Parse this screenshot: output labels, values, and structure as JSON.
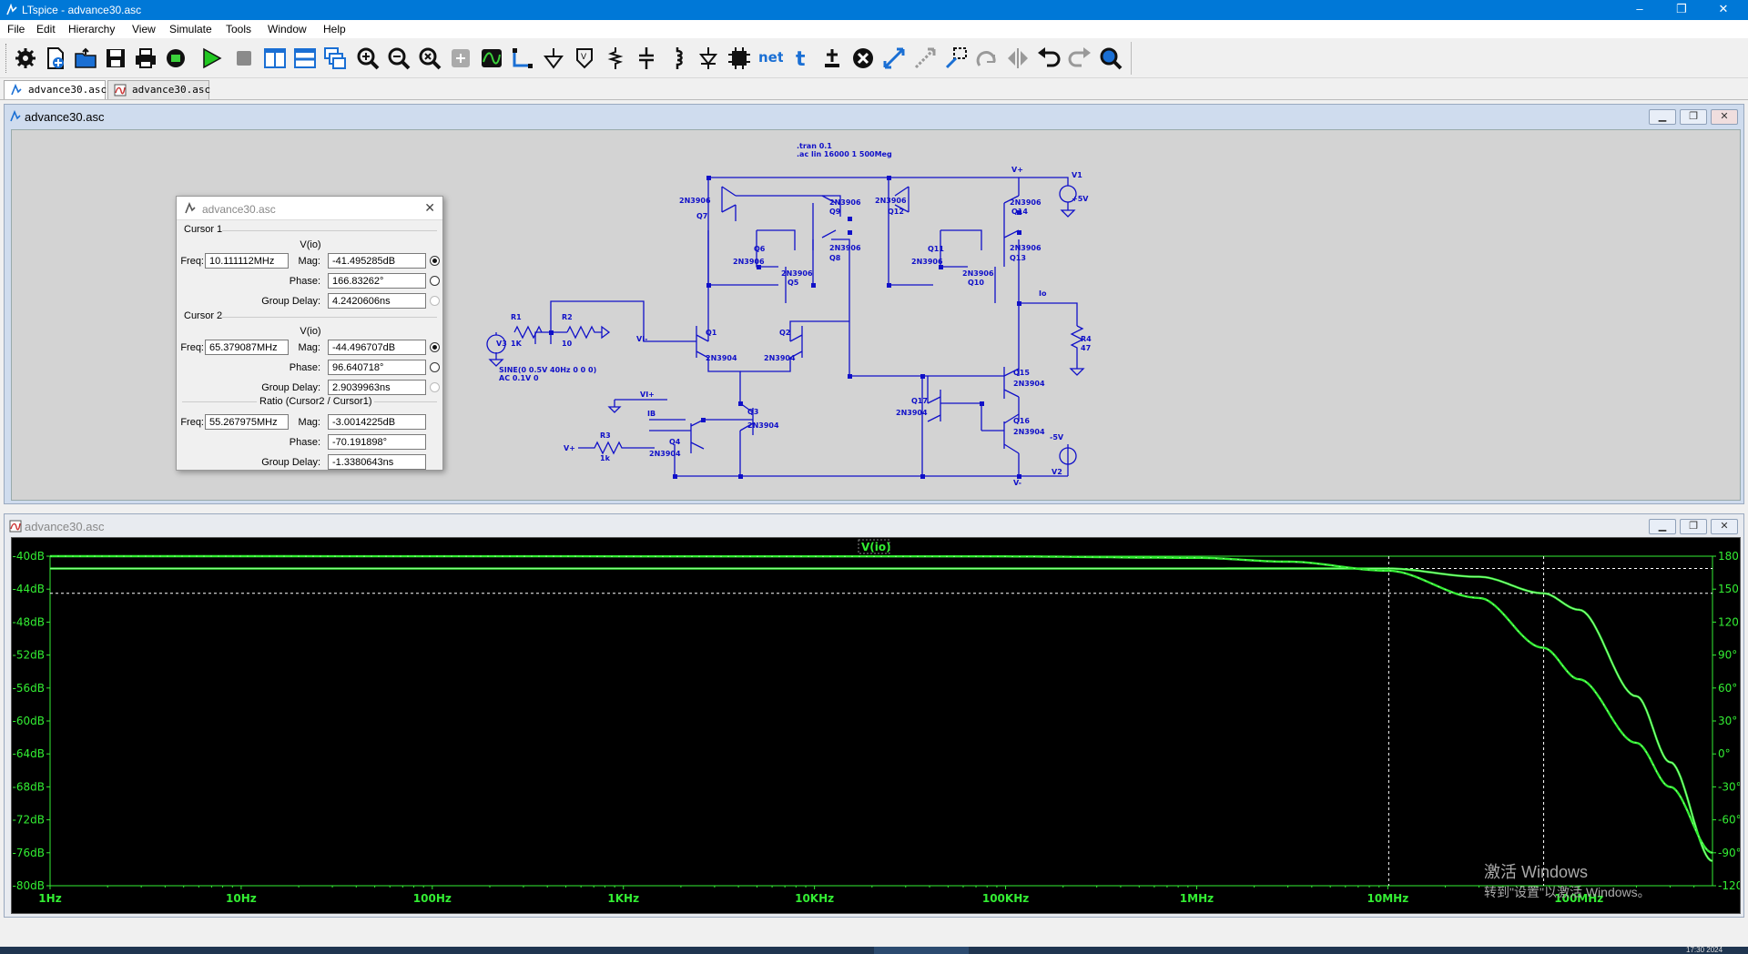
{
  "window": {
    "title": "LTspice - advance30.asc",
    "min": "–",
    "max": "❐",
    "close": "✕"
  },
  "menu": [
    "File",
    "Edit",
    "Hierarchy",
    "View",
    "Simulate",
    "Tools",
    "Window",
    "Help"
  ],
  "toolbar": {
    "icons": [
      "settings-icon",
      "new-schematic-icon",
      "open-icon",
      "save-icon",
      "print-icon",
      "control-panel-icon",
      "run-icon",
      "halt-icon",
      "tile-vertical-icon",
      "tile-horizontal-icon",
      "cascade-icon",
      "zoom-in-icon",
      "zoom-out-icon",
      "zoom-fit-icon",
      "zoom-back-icon",
      "autorange-icon",
      "wire-icon",
      "ground-icon",
      "label-net-icon",
      "resistor-icon",
      "capacitor-icon",
      "inductor-icon",
      "diode-icon",
      "component-icon",
      "netlist-icon",
      "text-icon",
      "spice-directive-icon",
      "delete-icon",
      "move-icon",
      "drag-icon",
      "duplicate-icon",
      "rotate-icon",
      "mirror-icon",
      "undo-icon",
      "redo-icon",
      "find-icon"
    ],
    "net_label": "net",
    "text_label": "t"
  },
  "tabs": [
    {
      "label": "advance30.asc",
      "active": true,
      "kind": "schematic"
    },
    {
      "label": "advance30.asc",
      "active": false,
      "kind": "waveform"
    }
  ],
  "schematic_window": {
    "title": "advance30.asc",
    "directives": [
      ".tran 0.1",
      ".ac lin 16000 1 500Meg"
    ],
    "labels": {
      "vplus_top": "V+",
      "v1": "V1",
      "v1_val": "+5V",
      "io": "Io",
      "r4": "R4",
      "r4_val": "47",
      "r1": "R1",
      "r1_val": "1K",
      "r2": "R2",
      "r2_val": "10",
      "v3": "V3",
      "vi_minus": "VI-",
      "vi_plus": "VI+",
      "sine": "SINE(0 0.5V 40Hz 0 0 0)",
      "ac": "AC 0.1V 0",
      "ib": "IB",
      "vplus_left": "V+",
      "r3": "R3",
      "r3_val": "1k",
      "minus5": "-5V",
      "v2": "V2",
      "vminus": "V-"
    },
    "transistors": [
      {
        "name": "Q7",
        "model": "2N3906"
      },
      {
        "name": "Q9",
        "model": "2N3906"
      },
      {
        "name": "Q12",
        "model": "2N3906"
      },
      {
        "name": "Q14",
        "model": "2N3906"
      },
      {
        "name": "Q6",
        "model": "2N3906"
      },
      {
        "name": "Q5",
        "model": "2N3906"
      },
      {
        "name": "Q8",
        "model": "2N3906"
      },
      {
        "name": "Q11",
        "model": "2N3906"
      },
      {
        "name": "Q10",
        "model": "2N3906"
      },
      {
        "name": "Q13",
        "model": "2N3906"
      },
      {
        "name": "Q1",
        "model": "2N3904"
      },
      {
        "name": "Q2",
        "model": "2N3904"
      },
      {
        "name": "Q3",
        "model": "2N3904"
      },
      {
        "name": "Q4",
        "model": "2N3904"
      },
      {
        "name": "Q15",
        "model": "2N3904"
      },
      {
        "name": "Q16",
        "model": "2N3904"
      },
      {
        "name": "Q17",
        "model": "2N3904"
      }
    ]
  },
  "cursor_dialog": {
    "title": "advance30.asc",
    "cursor1": {
      "label": "Cursor 1",
      "trace": "V(io)",
      "freq_label": "Freq:",
      "freq": "10.111112MHz",
      "mag_label": "Mag:",
      "mag": "-41.495285dB",
      "phase_label": "Phase:",
      "phase": "166.83262°",
      "gd_label": "Group Delay:",
      "gd": "4.2420606ns"
    },
    "cursor2": {
      "label": "Cursor 2",
      "trace": "V(io)",
      "freq_label": "Freq:",
      "freq": "65.379087MHz",
      "mag_label": "Mag:",
      "mag": "-44.496707dB",
      "phase_label": "Phase:",
      "phase": "96.640718°",
      "gd_label": "Group Delay:",
      "gd": "2.9039963ns"
    },
    "ratio": {
      "label": "Ratio (Cursor2 / Cursor1)",
      "freq_label": "Freq:",
      "freq": "55.267975MHz",
      "mag_label": "Mag:",
      "mag": "-3.0014225dB",
      "phase_label": "Phase:",
      "phase": "-70.191898°",
      "gd_label": "Group Delay:",
      "gd": "-1.3380643ns"
    }
  },
  "waveform_window": {
    "title": "advance30.asc"
  },
  "chart_data": {
    "type": "line",
    "title": "V(io)",
    "x_scale": "log",
    "xlim": [
      1,
      500000000
    ],
    "x_ticks": [
      "1Hz",
      "10Hz",
      "100Hz",
      "1KHz",
      "10KHz",
      "100KHz",
      "1MHz",
      "10MHz",
      "100MHz"
    ],
    "y_left": {
      "ylim": [
        -80,
        -40
      ],
      "ticks": [
        "-40dB",
        "-44dB",
        "-48dB",
        "-52dB",
        "-56dB",
        "-60dB",
        "-64dB",
        "-68dB",
        "-72dB",
        "-76dB",
        "-80dB"
      ]
    },
    "y_right": {
      "ylim": [
        -120,
        180
      ],
      "ticks": [
        "180°",
        "150°",
        "120°",
        "90°",
        "60°",
        "30°",
        "0°",
        "-30°",
        "-60°",
        "-90°",
        "-120°"
      ]
    },
    "grid": false,
    "series": [
      {
        "axis": "left",
        "x": [
          1,
          100000,
          1000000,
          3000000,
          10000000,
          30000000,
          65000000,
          100000000,
          200000000,
          300000000,
          500000000
        ],
        "values": [
          -41.5,
          -41.5,
          -41.5,
          -41.49,
          -41.5,
          -42.5,
          -44.5,
          -46.5,
          -57.0,
          -65.0,
          -77.0
        ]
      },
      {
        "axis": "right",
        "x": [
          1,
          100000,
          1000000,
          3000000,
          10000000,
          30000000,
          65000000,
          100000000,
          200000000,
          300000000,
          500000000
        ],
        "values": [
          180,
          179.8,
          178.5,
          175,
          166.8,
          142,
          96.6,
          68,
          10,
          -30,
          -90
        ]
      }
    ],
    "cursors": [
      {
        "x": 10111112,
        "y": -41.495285
      },
      {
        "x": 65379087,
        "y": -44.496707
      }
    ],
    "colors": {
      "trace": "#33ee33",
      "background": "#000000",
      "axis": "#33ee33",
      "cursor": "#ffffff"
    }
  },
  "watermark": {
    "line1": "激活 Windows",
    "line2": "转到\"设置\"以激活 Windows。"
  },
  "taskbar": {
    "clock": "17:30 2024"
  }
}
